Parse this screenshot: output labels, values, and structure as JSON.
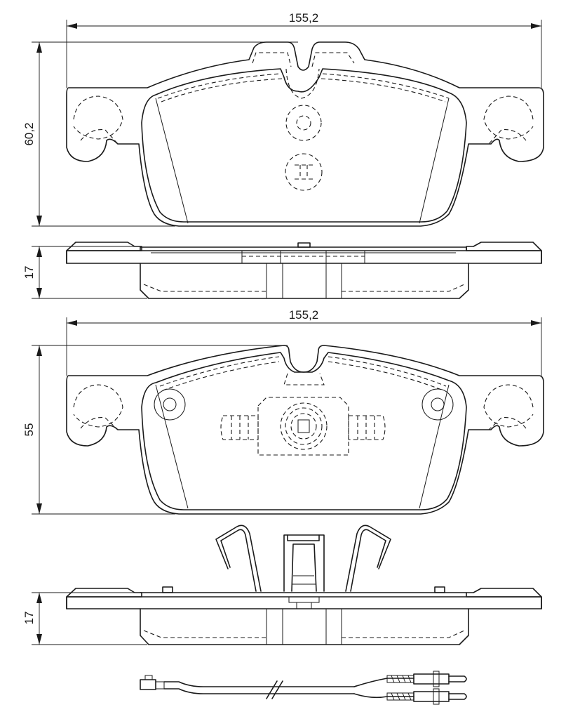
{
  "dimensions": {
    "top_width": "155,2",
    "top_height": "60,2",
    "side1_thickness": "17",
    "bottom_width": "155,2",
    "bottom_height": "55",
    "side2_thickness": "17"
  },
  "colors": {
    "line": "#1a1a1a",
    "background": "#ffffff"
  }
}
